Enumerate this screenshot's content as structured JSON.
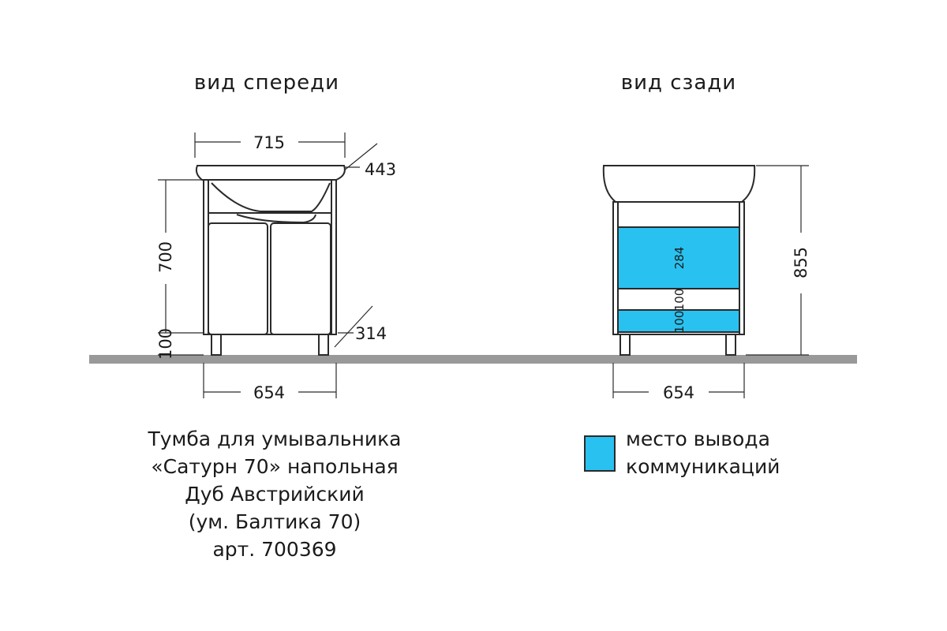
{
  "views": {
    "front_title": "вид спереди",
    "back_title": "вид сзади"
  },
  "dimensions": {
    "front_top_width": "715",
    "front_depth_top": "443",
    "front_height": "700",
    "front_leg_height": "100",
    "front_depth_bottom": "314",
    "front_bottom_width": "654",
    "back_total_height": "855",
    "back_opening_upper": "284",
    "back_gap": "100",
    "back_opening_lower": "100",
    "back_bottom_width": "654"
  },
  "caption": {
    "line1": "Тумба для умывальника",
    "line2": "«Сатурн 70» напольная",
    "line3": "Дуб Австрийский",
    "line4": "(ум. Балтика 70)",
    "line5": "арт. 700369"
  },
  "legend": {
    "line1": "место вывода",
    "line2": "коммуникаций",
    "color": "#29c2f0"
  },
  "colors": {
    "floor": "#999999",
    "outline": "#2a2a2a"
  }
}
